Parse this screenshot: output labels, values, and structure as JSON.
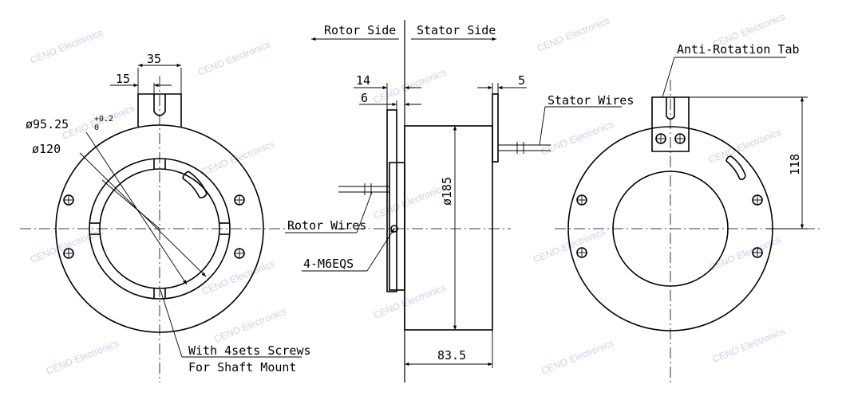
{
  "labels": {
    "rotor_side": "Rotor Side",
    "stator_side": "Stator Side",
    "anti_rotation_tab": "Anti-Rotation Tab",
    "stator_wires": "Stator Wires",
    "rotor_wires": "Rotor Wires",
    "mount_holes": "4-M6EQS",
    "screws_line1": "With 4sets Screws",
    "screws_line2": "For Shaft Mount"
  },
  "dimensions": {
    "tab_width": "35",
    "tab_offset": "15",
    "bore_diameter": "ø95.25",
    "bore_tol_plus": "+0.2",
    "bore_tol_minus": "0",
    "outer_bore": "ø120",
    "flange_14": "14",
    "flange_6": "6",
    "tab_thickness": "5",
    "body_diameter": "ø185",
    "body_length": "83.5",
    "tab_height": "118"
  },
  "watermark": "CENO Electronics",
  "colors": {
    "line": "#000000",
    "watermark": "#c9d3e3"
  }
}
